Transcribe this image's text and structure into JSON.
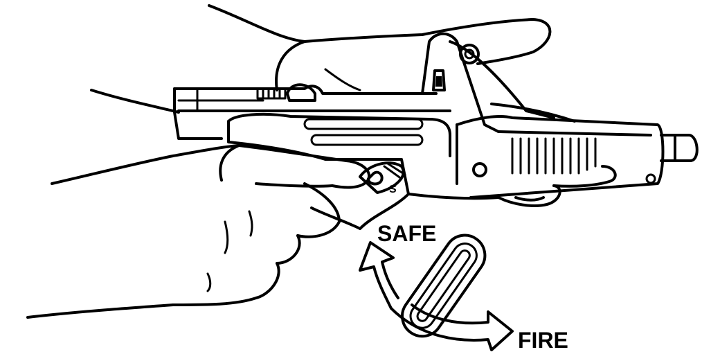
{
  "diagram": {
    "selector_letter": "S",
    "labels": {
      "safe": "SAFE",
      "fire": "FIRE"
    },
    "colors": {
      "ink": "#000000",
      "background": "#ffffff"
    }
  }
}
